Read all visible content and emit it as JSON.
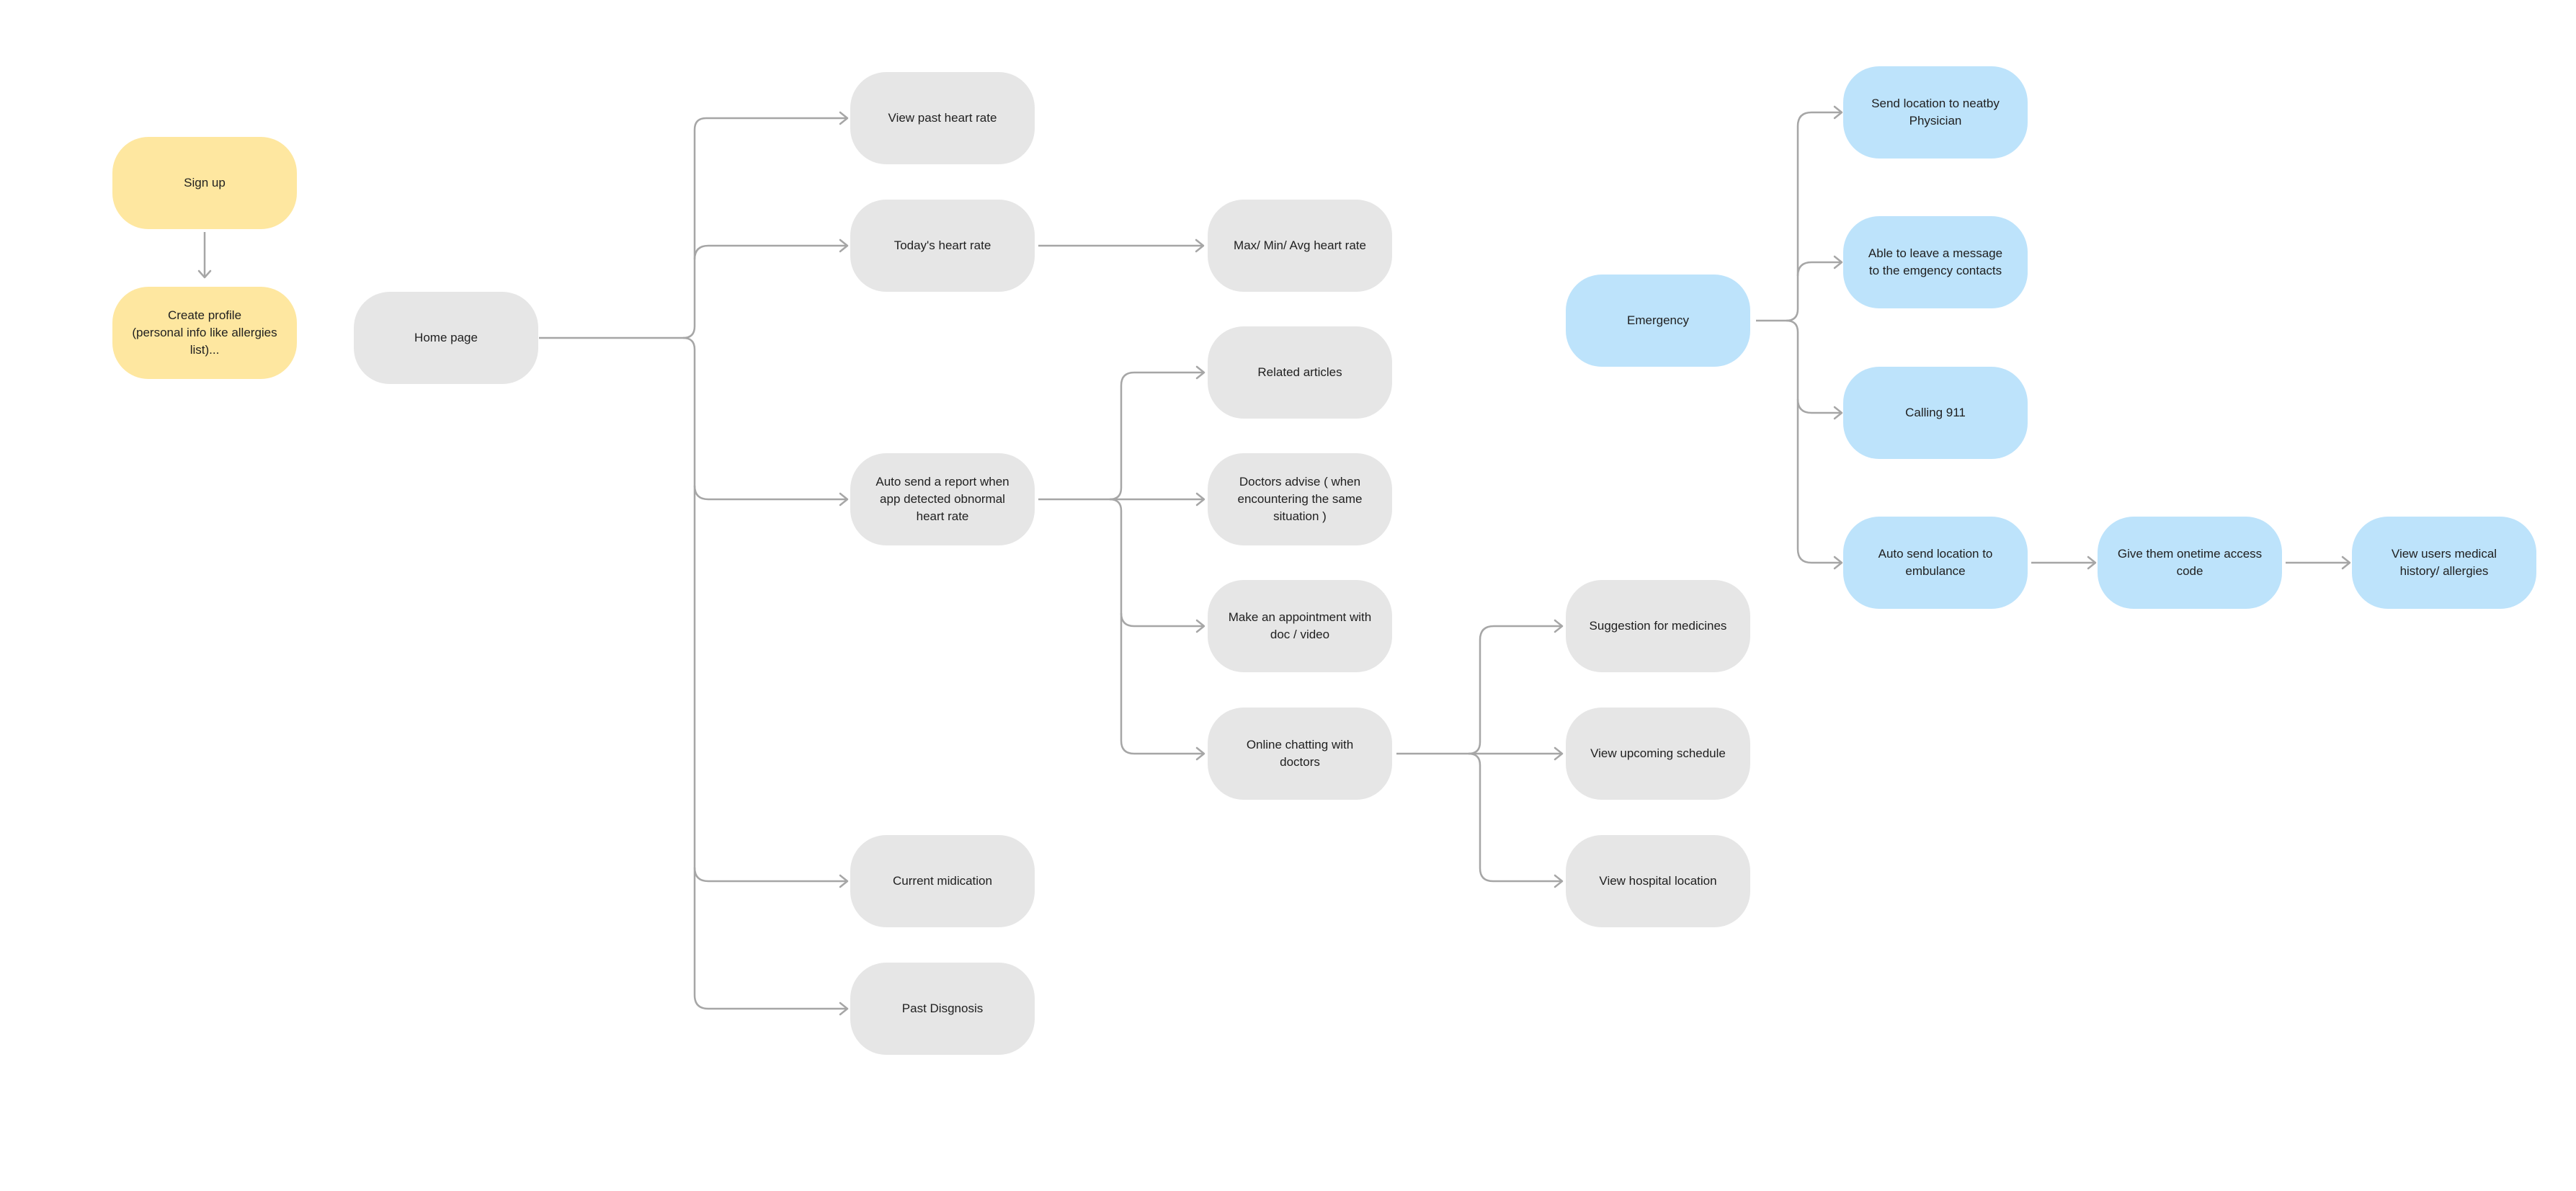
{
  "diagram": {
    "colors": {
      "onboarding": "#fee7a0",
      "core": "#e6e6e6",
      "emergency": "#bde3fb",
      "connector": "#a6a6a6"
    },
    "nodes": {
      "sign_up": "Sign up",
      "create_profile": "Create profile\n(personal info like allergies list)...",
      "home_page": "Home page",
      "view_past_heart_rate": "View past heart rate",
      "todays_heart_rate": "Today's heart rate",
      "max_min_avg": "Max/ Min/ Avg heart rate",
      "auto_send_report": "Auto send a report when app detected obnormal heart rate",
      "related_articles": "Related articles",
      "doctors_advise": "Doctors advise ( when encountering the same situation )",
      "make_appointment": "Make an appointment with doc / video",
      "online_chatting": "Online chatting with doctors",
      "suggestion_medicines": "Suggestion for medicines",
      "view_upcoming_schedule": "View upcoming schedule",
      "view_hospital_location": "View hospital location",
      "current_medication": "Current midication",
      "past_diagnosis": "Past Disgnosis",
      "emergency": "Emergency",
      "send_location_physician": "Send location to neatby Physician",
      "leave_message": "Able to leave a message to the emgency contacts",
      "calling_911": "Calling 911",
      "auto_send_location_ambulance": "Auto send location to embulance",
      "onetime_access_code": "Give them onetime access code",
      "view_medical_history": "View users medical history/ allergies"
    }
  }
}
